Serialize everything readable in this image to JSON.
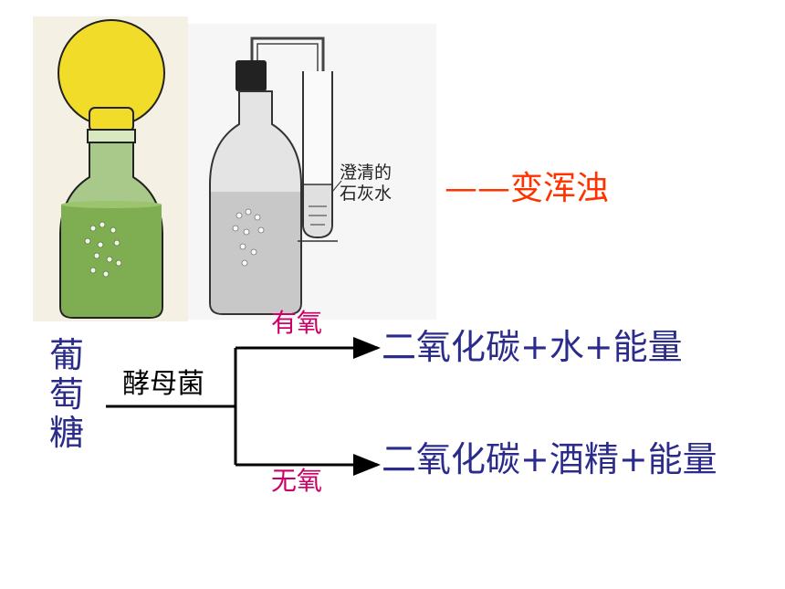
{
  "result_label": "——变浑浊",
  "limewater_label": [
    "澄清的",
    "石灰水"
  ],
  "branch_labels": {
    "aerobic": "有氧",
    "anaerobic": "无氧"
  },
  "substrate_chars": [
    "葡",
    "萄",
    "糖"
  ],
  "enzyme_label": "酵母菌",
  "products": {
    "aerobic": "二氧化碳+水+能量",
    "anaerobic": "二氧化碳+酒精+能量"
  },
  "colors": {
    "result": "#ff3300",
    "branch_label": "#cc0066",
    "main_text": "#2b2b8c",
    "bottle_green": "#8fb86a",
    "balloon_yellow": "#f2dc2a"
  }
}
